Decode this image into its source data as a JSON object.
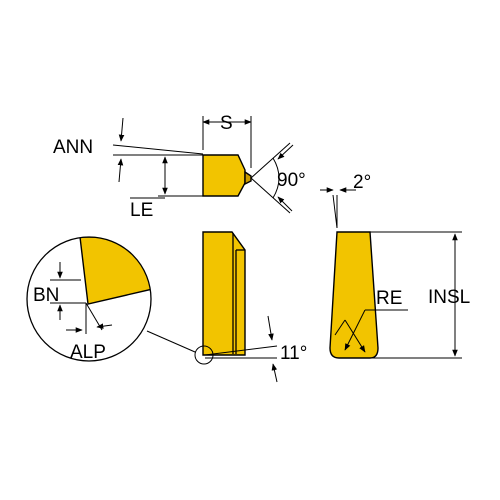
{
  "colors": {
    "insert_fill": "#F2C400",
    "insert_shade": "#C99B00",
    "outline": "#000000",
    "background": "#FFFFFF"
  },
  "labels": {
    "s": "S",
    "ann": "ANN",
    "angle_90": "90°",
    "angle_2": "2°",
    "le": "LE",
    "bn": "BN",
    "re": "RE",
    "insl": "INSL",
    "alp": "ALP",
    "angle_11": "11°"
  }
}
